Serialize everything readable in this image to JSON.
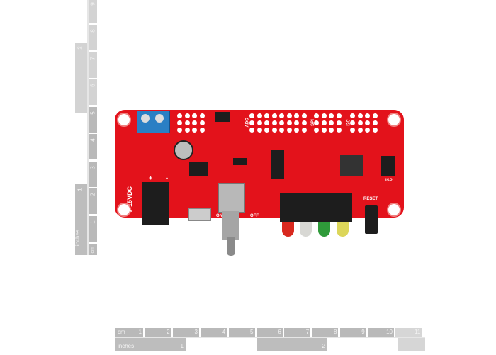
{
  "ruler_horizontal": {
    "cm_label": "cm",
    "cm_ticks": [
      "1",
      "2",
      "3",
      "4",
      "5",
      "6",
      "7",
      "8",
      "9",
      "10",
      "11"
    ],
    "inch_label": "inches",
    "inch_ticks": [
      "1",
      "2"
    ]
  },
  "ruler_vertical": {
    "cm_label": "cm",
    "cm_ticks": [
      "1",
      "2",
      "3",
      "4",
      "5",
      "6",
      "7",
      "8",
      "9"
    ],
    "inch_label": "inches",
    "inch_ticks": [
      "1",
      "2"
    ]
  },
  "board": {
    "power_label": "7-15VDC",
    "plus": "+",
    "minus": "-",
    "switch_on": "ON",
    "switch_off": "OFF",
    "reset_label": "RESET",
    "isp_label": "ISP",
    "adc_label": "ADC",
    "spi_label": "SPI",
    "i2c_label": "I2C",
    "board_color": "#e3121b"
  }
}
